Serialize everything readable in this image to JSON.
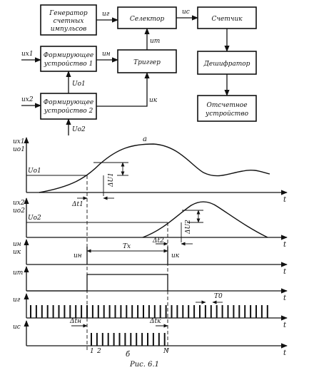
{
  "blocks": {
    "gen_line1": "Генератор",
    "gen_line2": "счетных",
    "gen_line3": "импульсов",
    "selector": "Селектор",
    "counter": "Счетчик",
    "former1_line1": "Формирующее",
    "former1_line2": "устройство 1",
    "trigger": "Триггер",
    "decoder": "Дешифратор",
    "former2_line1": "Формирующее",
    "former2_line2": "устройство 2",
    "readout_line1": "Отсчетное",
    "readout_line2": "устройство"
  },
  "signals": {
    "ug": "uг",
    "uc": "uс",
    "ut": "uт",
    "ux1": "uх1",
    "un": "uн",
    "uo1": "Uо1",
    "ux2": "uх2",
    "uk": "uк",
    "uo2": "Uо2"
  },
  "labels": {
    "part_a": "а",
    "part_b": "б",
    "caption": "Рис. 6.1",
    "t": "t",
    "ax1_top": "uх1",
    "ax1_bot": "uо1",
    "uo1_level": "Uо1",
    "dt1": "Δt1",
    "du1": "ΔU1",
    "ax2_top": "uх2",
    "ax2_bot": "uо2",
    "uo2_level": "Uо2",
    "dt2": "Δt2",
    "du2": "ΔU2",
    "ax3_top": "uн",
    "ax3_bot": "uк",
    "un_mark": "uн",
    "uk_mark": "uк",
    "tx": "Tх",
    "ax4": "uт",
    "ax5": "uг",
    "t0": "T0",
    "ax6": "uс",
    "dtn": "Δtн",
    "dtk": "Δtк",
    "n1": "1",
    "n2": "2",
    "nN": "N"
  }
}
